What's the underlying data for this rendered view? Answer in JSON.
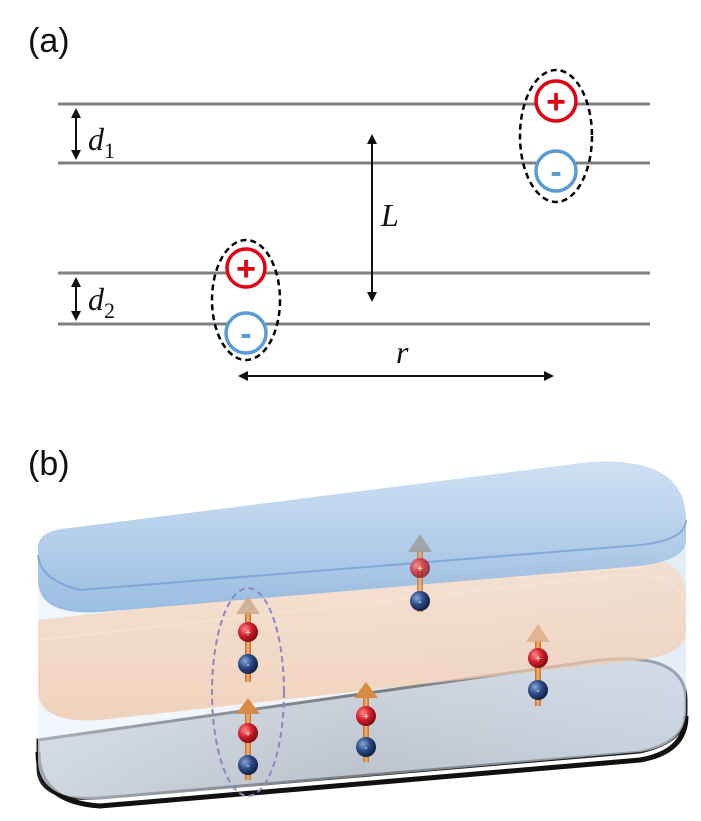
{
  "panel_a": {
    "label": "(a)",
    "d1_symbol": "d",
    "d1_sub": "1",
    "d2_symbol": "d",
    "d2_sub": "2",
    "L_symbol": "L",
    "r_symbol": "r",
    "plus_sign": "+",
    "minus_sign": "-"
  },
  "panel_b": {
    "label": "(b)",
    "ball_plus": "+",
    "ball_minus": "-"
  },
  "colors": {
    "plane_line": "#7f7f7f",
    "positive": "#e3000f",
    "negative": "#5b9bd5",
    "pair_outline": "#000000",
    "top_layer": "#9dc3e6",
    "middle_layer": "#f4b183",
    "bottom_layer": "#a6a6a6",
    "arrow": "#e0913c",
    "ball_red": "#c00000",
    "ball_blue": "#1f3864"
  }
}
